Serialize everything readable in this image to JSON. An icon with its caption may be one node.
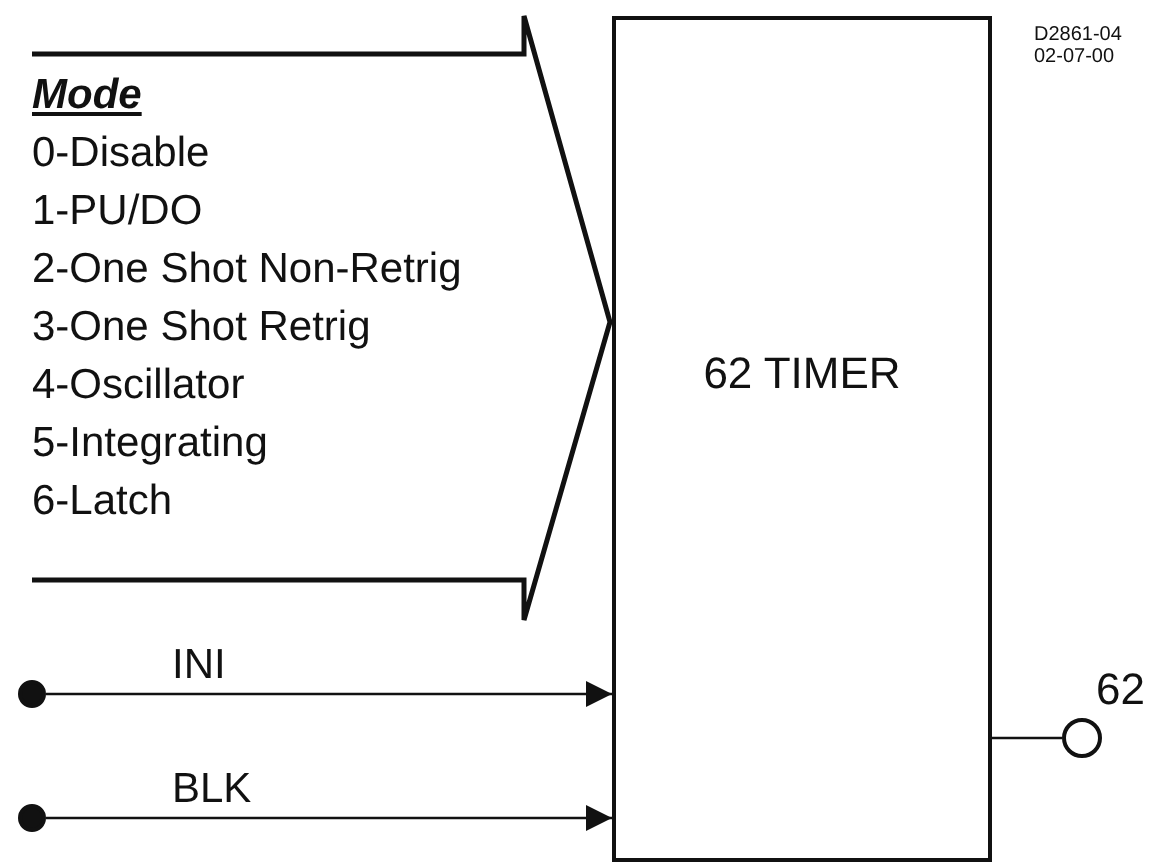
{
  "diagram": {
    "nodes": [
      {
        "text": [
          "62 TIMER"
        ]
      },
      {
        "text": [
          "Mode",
          "0-Disable",
          "1-PU/DO",
          "2-One Shot Non-Retrig",
          "3-One Shot Retrig",
          "4-Oscillator",
          "5-Integrating",
          "6-Latch"
        ]
      },
      {
        "text": [],
        "shape": "circle"
      },
      {
        "text": [],
        "shape": "circle"
      },
      {
        "text": [],
        "shape": "circle",
        "beside": [
          "62"
        ]
      }
    ],
    "edges": [
      {
        "from": 2,
        "to": 0,
        "arrow": "to",
        "label": "INI"
      },
      {
        "from": 3,
        "to": 0,
        "arrow": "to",
        "label": "BLK"
      },
      {
        "from": 0,
        "to": 4,
        "arrow": "none"
      }
    ],
    "labels": [
      "D2861-04",
      "02-07-00"
    ]
  }
}
